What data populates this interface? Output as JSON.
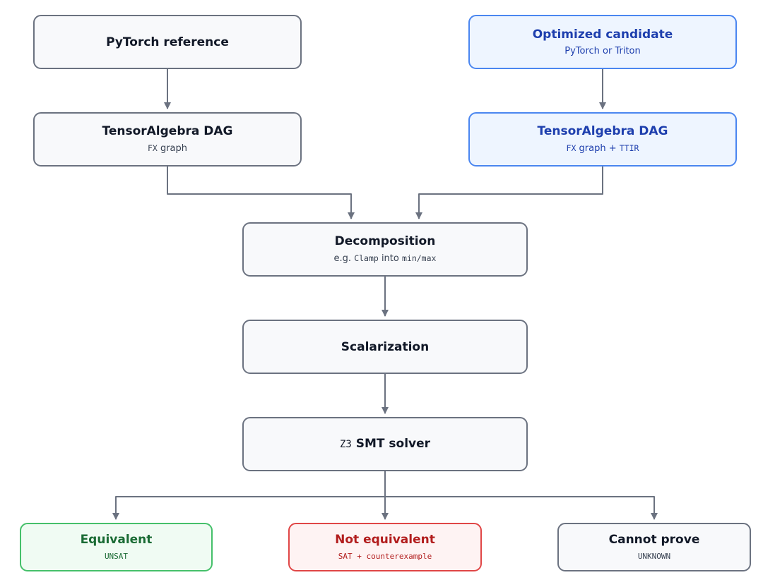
{
  "nodes": {
    "reference": {
      "title": "PyTorch reference"
    },
    "candidate": {
      "title": "Optimized candidate",
      "sub": "PyTorch or Triton"
    },
    "dag_reference": {
      "title": "TensorAlgebra DAG",
      "sub_code": "FX",
      "sub_text": " graph"
    },
    "dag_candidate": {
      "title": "TensorAlgebra DAG",
      "sub_code1": "FX",
      "sub_text1": " graph + ",
      "sub_code2": "TTIR"
    },
    "decomposition": {
      "title": "Decomposition",
      "sub_prefix": "e.g. ",
      "sub_code1": "Clamp",
      "sub_mid": " into ",
      "sub_code2": "min/max"
    },
    "scalarization": {
      "title": "Scalarization"
    },
    "solver": {
      "title_code": "Z3",
      "title_text": " SMT solver"
    },
    "equivalent": {
      "title": "Equivalent",
      "sub": "UNSAT"
    },
    "not_equivalent": {
      "title": "Not equivalent",
      "sub": "SAT + counterexample"
    },
    "cannot_prove": {
      "title": "Cannot prove",
      "sub": "UNKNOWN"
    }
  },
  "colors": {
    "edge": "#6b7280",
    "neutral_fill": "#f8f9fb",
    "candidate_border": "#4a86f0",
    "candidate_text": "#1e3fae",
    "equivalent_border": "#45c06a",
    "equivalent_text": "#1a6b34",
    "not_equivalent_border": "#e04646",
    "not_equivalent_text": "#b21d1d"
  }
}
